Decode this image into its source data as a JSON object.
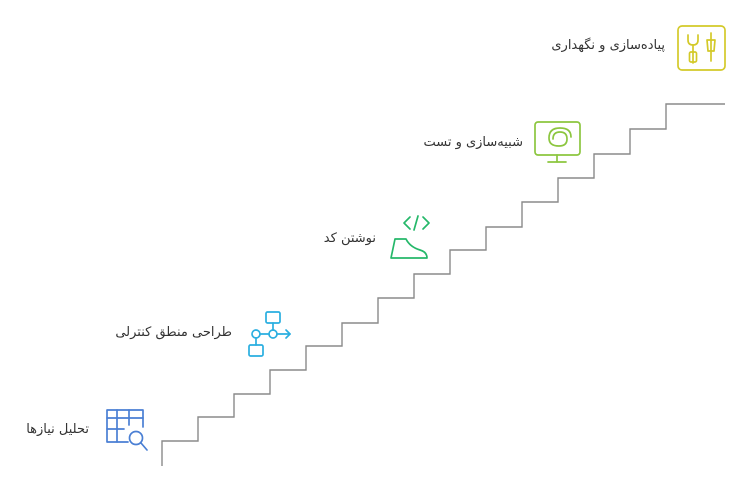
{
  "steps": [
    {
      "id": "requirements",
      "label": "تحلیل نیازها",
      "icon": "table-search-icon",
      "color": "#4a7fd4"
    },
    {
      "id": "control-logic",
      "label": "طراحی منطق کنترلی",
      "icon": "flowchart-icon",
      "color": "#29aee0"
    },
    {
      "id": "coding",
      "label": "نوشتن کد",
      "icon": "code-brackets-icon",
      "color": "#25b86a"
    },
    {
      "id": "simulation",
      "label": "شبیه‌سازی و تست",
      "icon": "monitor-swirl-icon",
      "color": "#8cc63f"
    },
    {
      "id": "implementation",
      "label": "پیاده‌سازی و نگهداری",
      "icon": "tools-icon",
      "color": "#d3c928"
    }
  ],
  "colors": {
    "staircase": "#8a8a8a",
    "label": "#333333",
    "background": "#ffffff"
  }
}
